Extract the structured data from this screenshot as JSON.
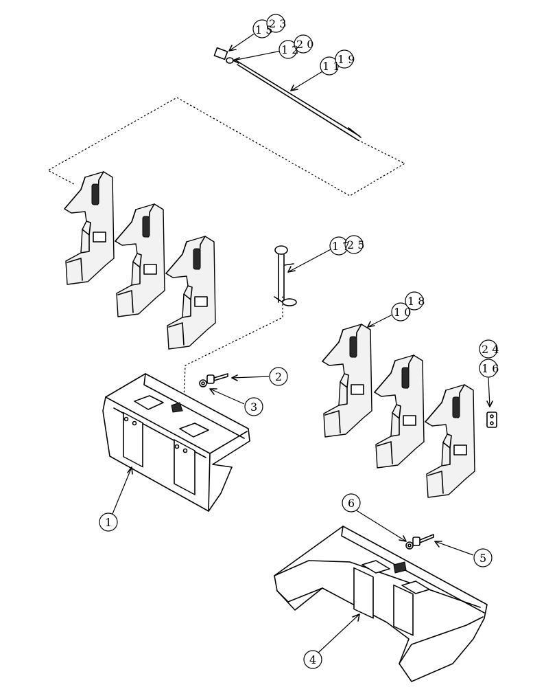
{
  "callouts": [
    {
      "id": "c1",
      "text": "1"
    },
    {
      "id": "c2",
      "text": "2"
    },
    {
      "id": "c3",
      "text": "3"
    },
    {
      "id": "c4",
      "text": "4"
    },
    {
      "id": "c5",
      "text": "5"
    },
    {
      "id": "c6",
      "text": "6"
    },
    {
      "id": "c8a",
      "text": "1 8"
    },
    {
      "id": "c8b",
      "text": "1 0"
    },
    {
      "id": "c9a",
      "text": "1 9"
    },
    {
      "id": "c9b",
      "text": "1 1"
    },
    {
      "id": "c16a",
      "text": "2 4"
    },
    {
      "id": "c16b",
      "text": "1 6"
    },
    {
      "id": "c17a",
      "text": "2 5"
    },
    {
      "id": "c17b",
      "text": "1 7"
    },
    {
      "id": "c20a",
      "text": "2 0"
    },
    {
      "id": "c20b",
      "text": "1 2"
    },
    {
      "id": "c23a",
      "text": "2 3"
    },
    {
      "id": "c23b",
      "text": "1 5"
    }
  ]
}
